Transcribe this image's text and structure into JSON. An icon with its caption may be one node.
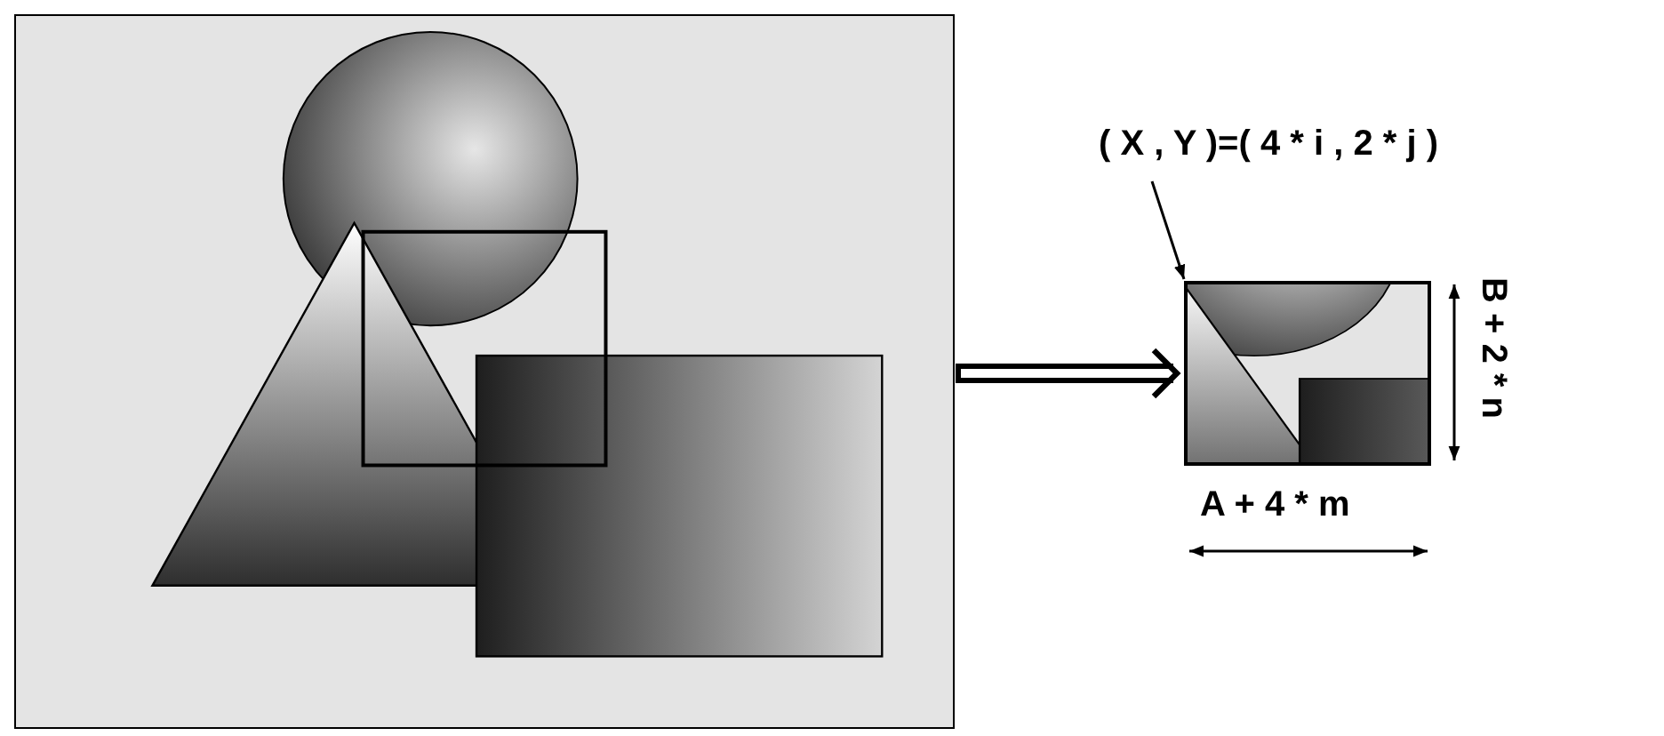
{
  "diagram": {
    "nodes": [
      {
        "text": [],
        "shape": "picture"
      },
      {
        "text": [
          "( X , Y )=( 4 * i , 2 * j )"
        ]
      },
      {
        "text": [],
        "shape": "picture"
      }
    ],
    "edges": [
      {
        "from": 0,
        "to": 2,
        "arrow": "to",
        "style": "thick"
      },
      {
        "from": 1,
        "to": 2,
        "arrow": "to"
      }
    ],
    "labels": [
      "A + 4 * m",
      "B + 2 * n"
    ]
  }
}
